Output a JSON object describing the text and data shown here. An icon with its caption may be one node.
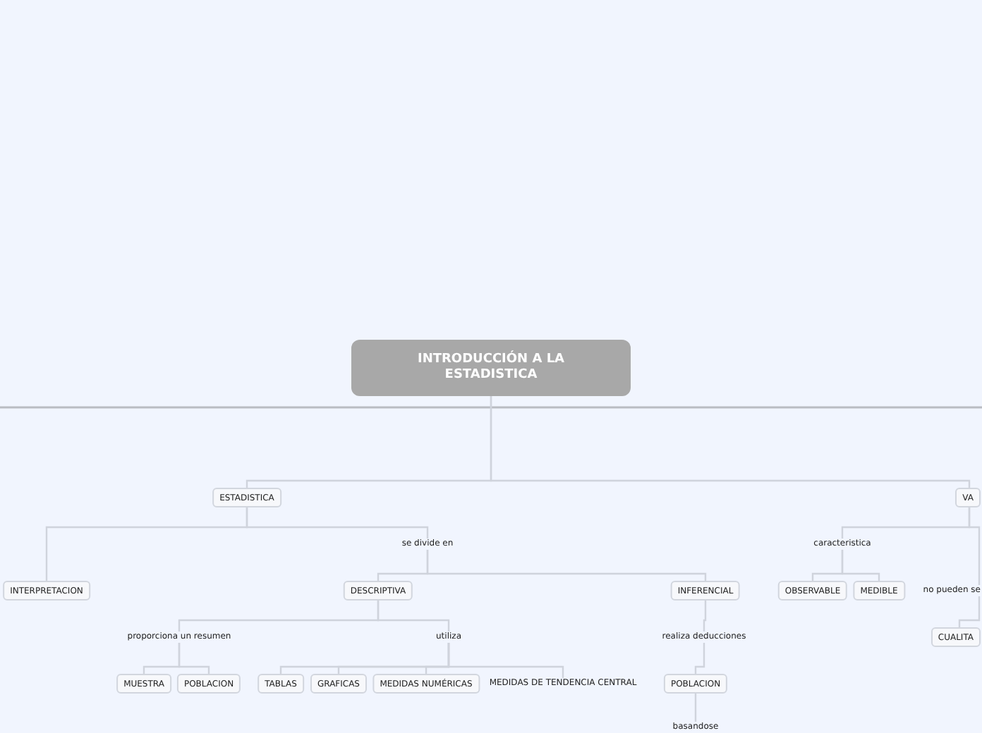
{
  "diagram": {
    "nodes": [
      {
        "text": [
          "INTRODUCCIÓN A LA ESTADISTICA"
        ]
      },
      {
        "text": [
          "ESTADISTICA"
        ]
      },
      {
        "text": [
          "VA"
        ]
      },
      {
        "text": [
          "se divide en"
        ]
      },
      {
        "text": [
          "caracteristica"
        ]
      },
      {
        "text": [
          "INTERPRETACION"
        ]
      },
      {
        "text": [
          "DESCRIPTIVA"
        ]
      },
      {
        "text": [
          "INFERENCIAL"
        ]
      },
      {
        "text": [
          "OBSERVABLE"
        ]
      },
      {
        "text": [
          "MEDIBLE"
        ]
      },
      {
        "text": [
          "no pueden se"
        ]
      },
      {
        "text": [
          "proporciona un resumen"
        ]
      },
      {
        "text": [
          "utiliza"
        ]
      },
      {
        "text": [
          "realiza deducciones"
        ]
      },
      {
        "text": [
          "CUALITA"
        ]
      },
      {
        "text": [
          "MUESTRA"
        ]
      },
      {
        "text": [
          "POBLACION"
        ]
      },
      {
        "text": [
          "TABLAS"
        ]
      },
      {
        "text": [
          "GRAFICAS"
        ]
      },
      {
        "text": [
          "MEDIDAS NUMÉRICAS"
        ]
      },
      {
        "text": [
          "MEDIDAS DE TENDENCIA CENTRAL"
        ]
      },
      {
        "text": [
          "POBLACION"
        ]
      },
      {
        "text": [
          "basandose"
        ]
      }
    ],
    "edges": [
      {
        "from": 0,
        "to": 1,
        "arrow": "none"
      },
      {
        "from": 0,
        "to": 2,
        "arrow": "none"
      },
      {
        "from": 1,
        "to": 5,
        "arrow": "none"
      },
      {
        "from": 1,
        "to": 3,
        "arrow": "none"
      },
      {
        "from": 3,
        "to": 6,
        "arrow": "none"
      },
      {
        "from": 3,
        "to": 7,
        "arrow": "none"
      },
      {
        "from": 2,
        "to": 4,
        "arrow": "none"
      },
      {
        "from": 4,
        "to": 8,
        "arrow": "none"
      },
      {
        "from": 4,
        "to": 9,
        "arrow": "none"
      },
      {
        "from": 2,
        "to": 10,
        "arrow": "none"
      },
      {
        "from": 10,
        "to": 14,
        "arrow": "none"
      },
      {
        "from": 6,
        "to": 11,
        "arrow": "none"
      },
      {
        "from": 6,
        "to": 12,
        "arrow": "none"
      },
      {
        "from": 11,
        "to": 15,
        "arrow": "none"
      },
      {
        "from": 11,
        "to": 16,
        "arrow": "none"
      },
      {
        "from": 12,
        "to": 17,
        "arrow": "none"
      },
      {
        "from": 12,
        "to": 18,
        "arrow": "none"
      },
      {
        "from": 12,
        "to": 19,
        "arrow": "none"
      },
      {
        "from": 12,
        "to": 20,
        "arrow": "none"
      },
      {
        "from": 7,
        "to": 13,
        "arrow": "none"
      },
      {
        "from": 13,
        "to": 21,
        "arrow": "none"
      },
      {
        "from": 21,
        "to": 22,
        "arrow": "none"
      }
    ]
  }
}
